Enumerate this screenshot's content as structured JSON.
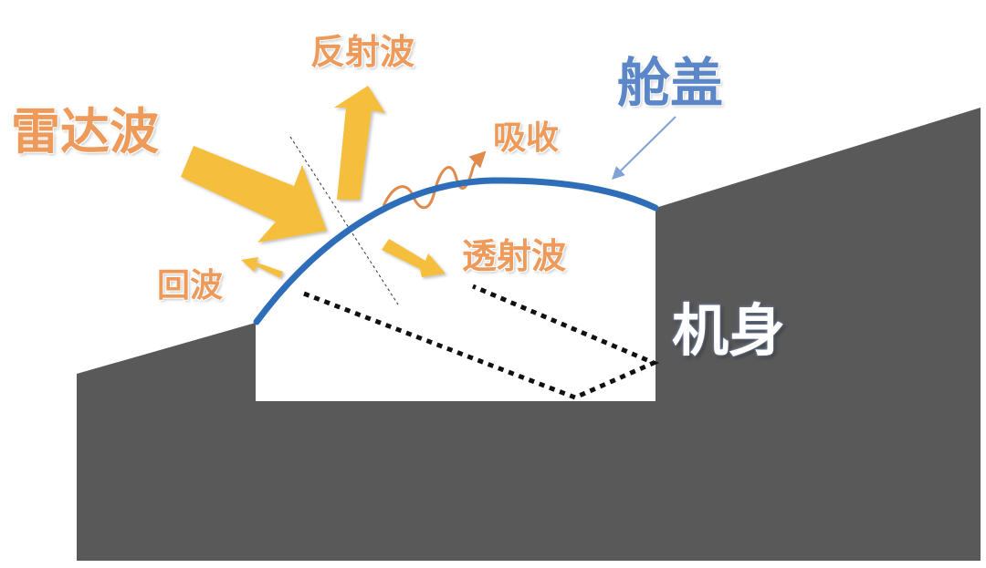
{
  "labels": {
    "radar_wave": "雷达波",
    "reflected_wave": "反射波",
    "absorption": "吸收",
    "canopy": "舱盖",
    "transmitted_wave": "透射波",
    "echo_wave": "回波",
    "fuselage": "机身"
  },
  "colors": {
    "fuselage_fill": "#595959",
    "canopy_stroke": "#2E6EB8",
    "arrow_fill": "#F5BE3E",
    "label_orange": "#ED9A5B",
    "label_blue": "#5B86C8",
    "absorption_wave": "#E08A4C",
    "pointer_line": "#7FA3D6"
  }
}
